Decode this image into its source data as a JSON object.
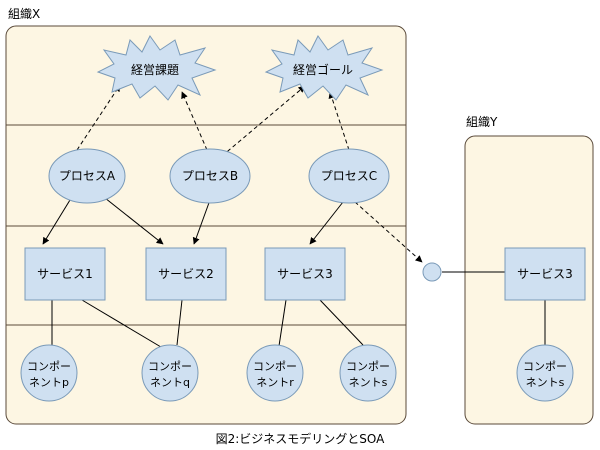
{
  "org_x": {
    "label": "組織X"
  },
  "org_y": {
    "label": "組織Y"
  },
  "goals": [
    {
      "label": "経営課題"
    },
    {
      "label": "経営ゴール"
    }
  ],
  "processes": [
    {
      "label": "プロセスA"
    },
    {
      "label": "プロセスB"
    },
    {
      "label": "プロセスC"
    }
  ],
  "services": [
    {
      "label": "サービス1"
    },
    {
      "label": "サービス2"
    },
    {
      "label": "サービス3"
    }
  ],
  "components": [
    {
      "line1": "コンポー",
      "line2": "ネントp"
    },
    {
      "line1": "コンポー",
      "line2": "ネントq"
    },
    {
      "line1": "コンポー",
      "line2": "ネントr"
    },
    {
      "line1": "コンポー",
      "line2": "ネントs"
    }
  ],
  "org_y_service": {
    "label": "サービス3"
  },
  "org_y_component": {
    "line1": "コンポー",
    "line2": "ネントs"
  },
  "caption": "図2:ビジネスモデリングとSOA",
  "colors": {
    "org_fill": "#fdf6e3",
    "node_fill": "#cfe0f1",
    "stroke": "#5a4a3a",
    "node_stroke": "#7a9ab8"
  }
}
